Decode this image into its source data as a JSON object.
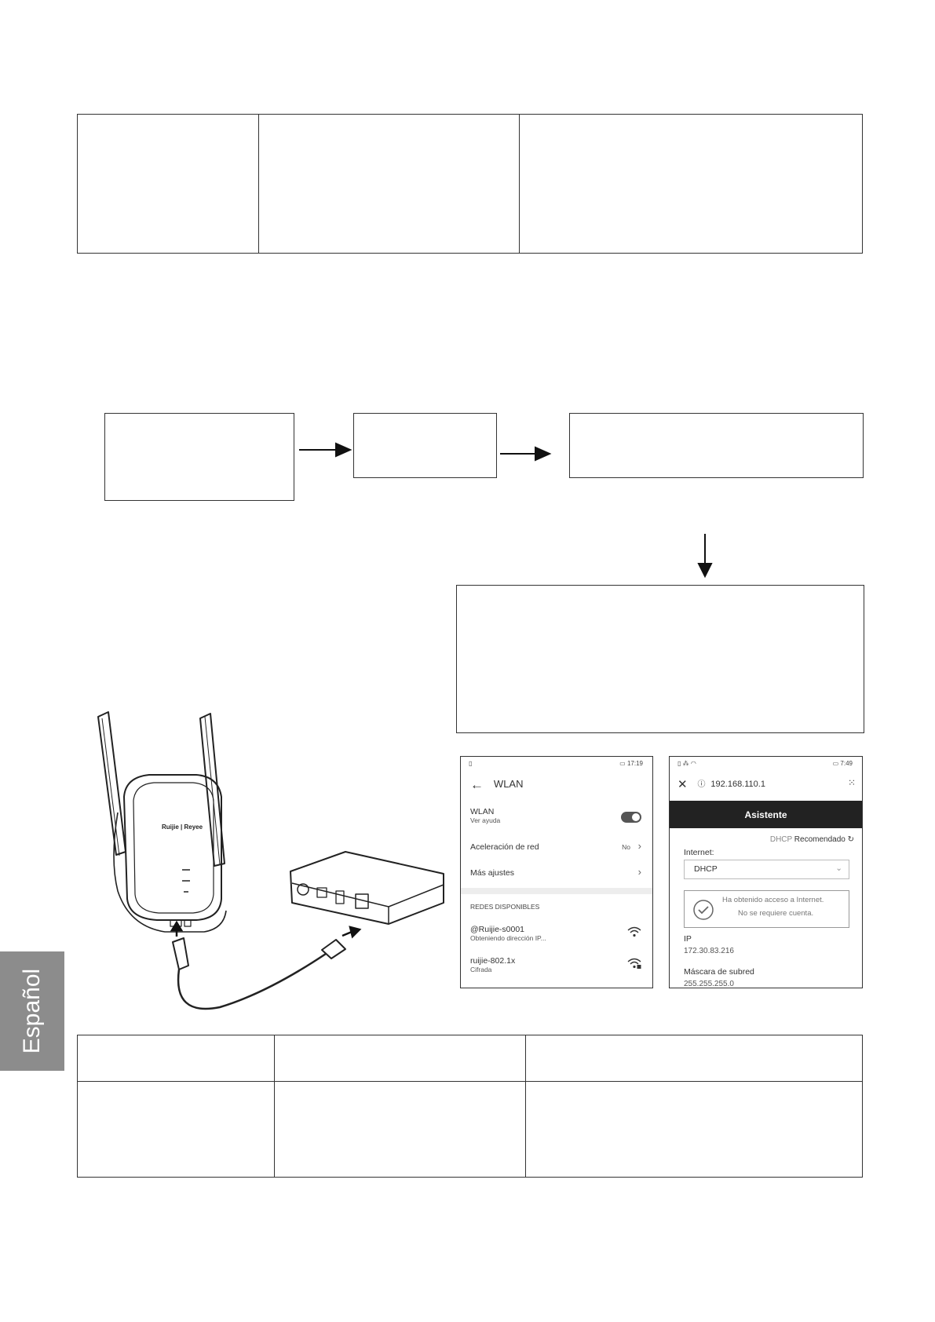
{
  "side_tab": {
    "label": "Español"
  },
  "wlan_screen": {
    "time": "17:19",
    "title": "WLAN",
    "wlan_label": "WLAN",
    "wlan_sub": "Ver ayuda",
    "accel_label": "Aceleración de red",
    "accel_value": "No",
    "more_label": "Más ajustes",
    "section_header": "REDES DISPONIBLES",
    "networks": [
      {
        "name": "@Ruijie-s0001",
        "status": "Obteniendo dirección IP..."
      },
      {
        "name": "ruijie-802.1x",
        "status": "Cifrada"
      }
    ]
  },
  "browser_screen": {
    "time": "7:49",
    "url": "192.168.110.1",
    "header": "Asistente",
    "mode_prefix": "DHCP",
    "mode_label": "Recomendado",
    "internet_label": "Internet:",
    "internet_value": "DHCP",
    "notice_line1": "Ha obtenido acceso a Internet.",
    "notice_line2": "No se requiere cuenta.",
    "ip_label": "IP",
    "ip_value": "172.30.83.216",
    "mask_label": "Máscara de subred",
    "mask_value": "255.255.255.0"
  },
  "device_illustration": {
    "brand_text": "Ruijie | Reyee"
  }
}
